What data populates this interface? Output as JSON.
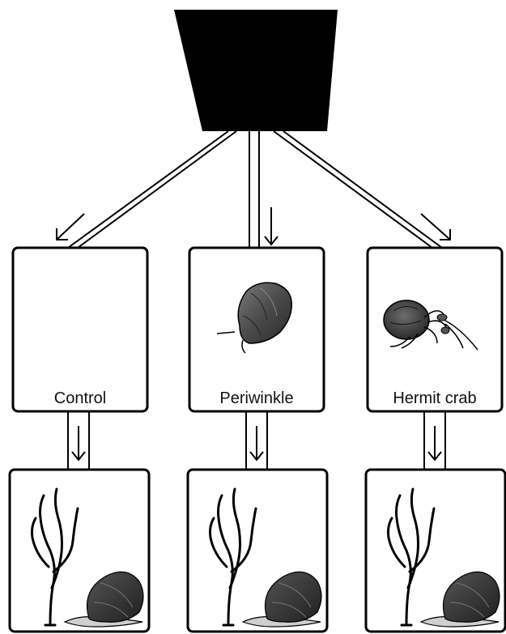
{
  "labels": {
    "control": "Control",
    "periwinkle": "Periwinkle",
    "hermit_crab": "Hermit crab"
  },
  "icons": {
    "source": "water-source-hopper-icon",
    "periwinkle": "periwinkle-snail-icon",
    "hermit_crab": "hermit-crab-icon",
    "seaweed": "seaweed-icon",
    "snail": "snail-icon"
  },
  "colors": {
    "ink": "#000000",
    "shell_dark": "#3a3a3a",
    "shell_mid": "#6a6a6a",
    "background": "#ffffff"
  }
}
